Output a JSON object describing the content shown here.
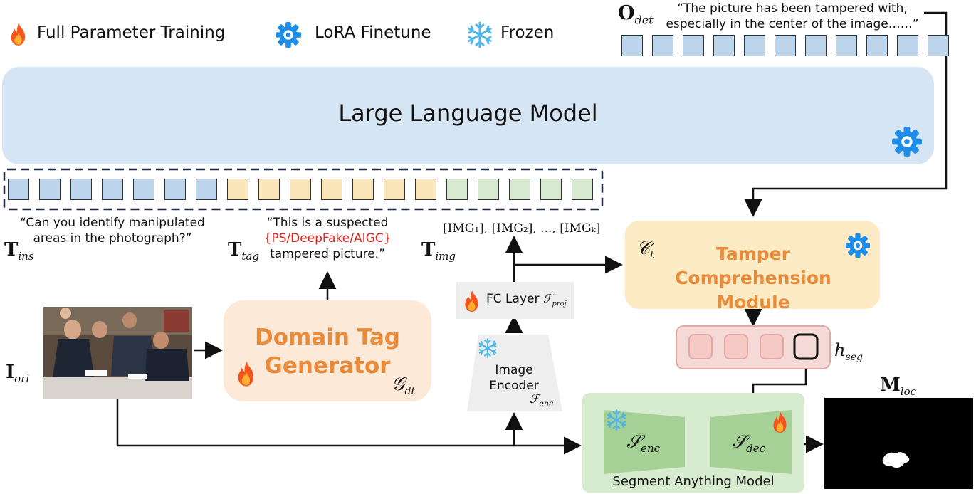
{
  "legend": {
    "full_param": "Full Parameter Training",
    "lora": "LoRA Finetune",
    "frozen": "Frozen"
  },
  "output": {
    "symbol_main": "O",
    "symbol_sub": "det",
    "text_line1": "“The picture has been tampered with,",
    "text_line2": "especially in the center of the image……”",
    "token_count": 11
  },
  "llm": {
    "title": "Large Language Model"
  },
  "inputs": {
    "ins_quote_line1": "“Can you identify manipulated",
    "ins_quote_line2": "areas in the photograph?”",
    "ins_symbol_main": "T",
    "ins_symbol_sub": "ins",
    "tag_quote_line1": "“This is a suspected",
    "tag_quote_highlight": "{PS/DeepFake/AIGC}",
    "tag_quote_line3": "tampered picture.”",
    "tag_symbol_main": "T",
    "tag_symbol_sub": "tag",
    "img_tokens_text": "[IMG₁], [IMG₂], ..., [IMGₖ]",
    "img_symbol_main": "T",
    "img_symbol_sub": "img"
  },
  "image_input": {
    "symbol_main": "I",
    "symbol_sub": "ori"
  },
  "domain_tag": {
    "line1": "Domain Tag",
    "line2": "Generator",
    "symbol": "𝒢",
    "symbol_sub": "dt"
  },
  "fc_layer": {
    "label": "FC Layer",
    "symbol": "ℱ",
    "symbol_sub": "proj"
  },
  "image_encoder": {
    "line1": "Image",
    "line2": "Encoder",
    "symbol": "ℱ",
    "symbol_sub": "enc"
  },
  "tcm": {
    "line1": "Tamper",
    "line2": "Comprehension Module",
    "symbol": "𝒞",
    "symbol_sub": "t"
  },
  "hseg": {
    "symbol": "h",
    "symbol_sub": "seg"
  },
  "sam": {
    "title": "Segment Anything Model",
    "enc_symbol": "𝒮",
    "enc_sub": "enc",
    "dec_symbol": "𝒮",
    "dec_sub": "dec"
  },
  "mask": {
    "symbol_main": "M",
    "symbol_sub": "loc"
  },
  "colors": {
    "llm_bg": "#d6e5f3",
    "orange": "#e88c3c",
    "tcm_bg": "#fcebc5",
    "dtg_bg": "#fde9d7",
    "sam_bg": "#d7ebcf",
    "hseg_bg": "#f6dad8",
    "highlight_red": "#e0201b",
    "gear_blue": "#1e8de8",
    "snow_blue": "#4fb6e6"
  },
  "icons": {
    "fire": "fire-icon",
    "gear": "gear-icon",
    "snowflake": "snowflake-icon"
  }
}
